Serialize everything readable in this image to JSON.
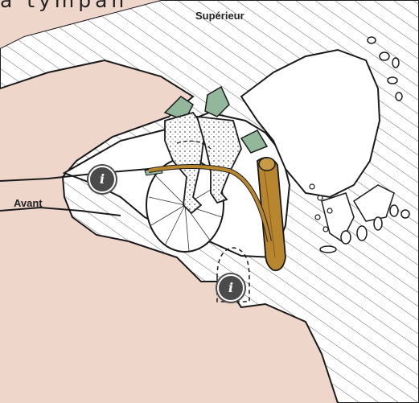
{
  "labels": {
    "title_partial": "a tympan",
    "superior": "Supérieur",
    "anterior": "Avant"
  },
  "markers": [
    {
      "icon": "info-icon",
      "glyph": "i"
    },
    {
      "icon": "info-icon",
      "glyph": "i"
    }
  ],
  "colors": {
    "background": "#efd6cb",
    "bone": "#ffffff",
    "outline": "#1a1a1a",
    "nerve": "#b8862f",
    "muscle": "#93b79a",
    "marker": "#4b4b4b"
  }
}
